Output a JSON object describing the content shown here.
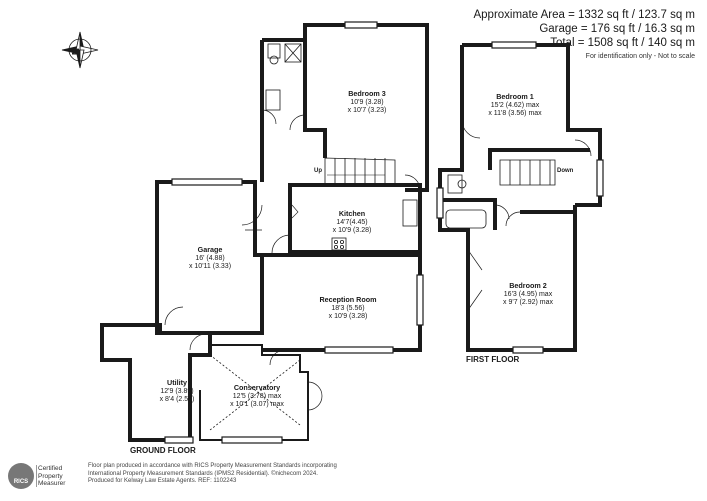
{
  "header": {
    "area_line1": "Approximate Area = 1332 sq ft / 123.7 sq m",
    "area_line2": "Garage = 176 sq ft / 16.3 sq m",
    "area_line3": "Total = 1508 sq ft / 140 sq m",
    "note": "For identification only - Not to scale"
  },
  "compass": {
    "label": "N",
    "icon": "compass-icon"
  },
  "rooms": {
    "bedroom3": {
      "name": "Bedroom 3",
      "l1": "10'9 (3.28)",
      "l2": "x 10'7 (3.23)"
    },
    "kitchen": {
      "name": "Kitchen",
      "l1": "14'7(4.45)",
      "l2": "x 10'9 (3.28)"
    },
    "garage": {
      "name": "Garage",
      "l1": "16' (4.88)",
      "l2": "x 10'11 (3.33)"
    },
    "reception": {
      "name": "Reception Room",
      "l1": "18'3 (5.56)",
      "l2": "x 10'9 (3.28)"
    },
    "utility": {
      "name": "Utility",
      "l1": "12'9 (3.89)",
      "l2": "x 8'4 (2.54)"
    },
    "conservatory": {
      "name": "Conservatory",
      "l1": "12'5 (3.78) max",
      "l2": "x 10'1 (3.07) max"
    },
    "bedroom1": {
      "name": "Bedroom 1",
      "l1": "15'2 (4.62) max",
      "l2": "x 11'8 (3.56) max"
    },
    "bedroom2": {
      "name": "Bedroom 2",
      "l1": "16'3 (4.95) max",
      "l2": "x 9'7 (2.92) max"
    }
  },
  "stairs": {
    "up": "Up",
    "down": "Down"
  },
  "floors": {
    "ground": "GROUND FLOOR",
    "first": "FIRST FLOOR"
  },
  "logo": {
    "rics": "RICS",
    "text1": "Certified",
    "text2": "Property",
    "text3": "Measurer"
  },
  "footer": {
    "line1": "Floor plan produced in accordance with RICS Property Measurement Standards incorporating",
    "line2": "International Property Measurement Standards (IPMS2 Residential). ©nichecom 2024.",
    "line3": "Produced for Kelway Law Estate Agents.   REF:  1102243"
  }
}
